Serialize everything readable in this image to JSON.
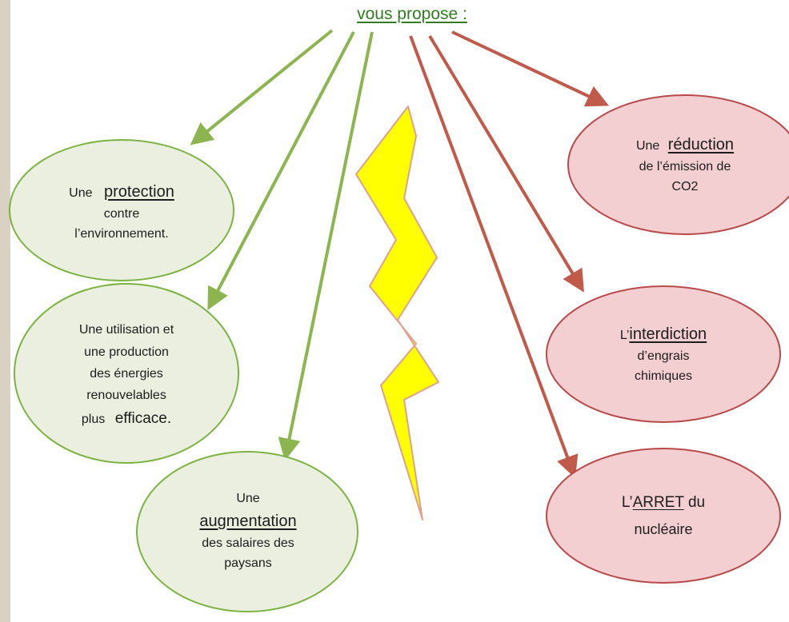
{
  "title": "vous propose :",
  "colors": {
    "green_fill": "#ebefdf",
    "green_stroke": "#7cb442",
    "green_arrow": "#8cb550",
    "red_fill": "#f3cfd2",
    "red_stroke": "#b84a4a",
    "red_arrow": "#c05a4a",
    "bolt_fill": "#ffff00",
    "bolt_stroke": "#e0a090"
  },
  "left_items": [
    {
      "prefix": "Une",
      "keyword": "protection",
      "rest": [
        "contre",
        "l’environnement."
      ]
    },
    {
      "lines": [
        "Une utilisation et",
        "une production",
        "des énergies",
        "renouvelables"
      ],
      "last_prefix": "plus",
      "last_word": "efficace."
    },
    {
      "prefix": "Une",
      "keyword": "augmentation",
      "rest": [
        "des salaires des",
        "paysans"
      ]
    }
  ],
  "right_items": [
    {
      "prefix": "Une",
      "keyword": "réduction",
      "rest": [
        "de l’émission de",
        "CO2"
      ]
    },
    {
      "prefix": "L’",
      "keyword": "interdiction",
      "rest": [
        "d’engrais",
        "chimiques"
      ]
    },
    {
      "prefix": "L’",
      "keyword": "ARRET",
      "suffix": "du",
      "rest": [
        "nucléaire"
      ]
    }
  ]
}
